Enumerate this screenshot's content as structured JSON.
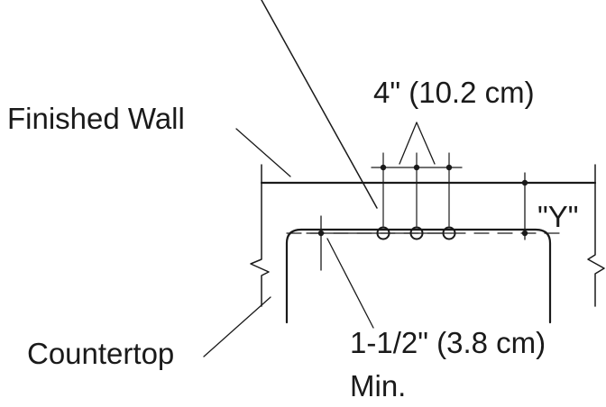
{
  "labels": {
    "spacing": "4\" (10.2 cm)",
    "finished_wall": "Finished Wall",
    "y_dim": "\"Y\"",
    "countertop": "Countertop",
    "min_dim_line1": "1-1/2\" (3.8 cm)",
    "min_dim_line2": "Min."
  },
  "colors": {
    "ink": "#1a1a1a",
    "background": "#ffffff"
  }
}
